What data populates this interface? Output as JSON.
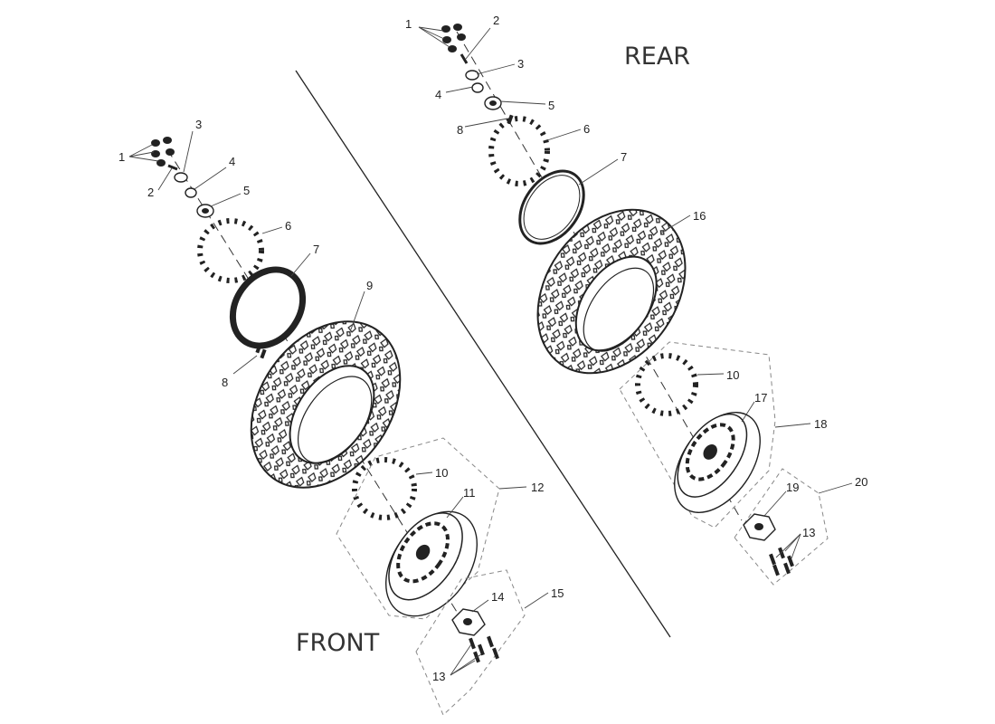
{
  "titles": {
    "front": "FRONT",
    "rear": "REAR"
  },
  "callouts": {
    "f1": "1",
    "f2": "2",
    "f3": "3",
    "f4": "4",
    "f5": "5",
    "f6": "6",
    "f7": "7",
    "f8": "8",
    "f9": "9",
    "f10": "10",
    "f11": "11",
    "f12": "12",
    "f13": "13",
    "f14": "14",
    "f15": "15",
    "r1": "1",
    "r2": "2",
    "r3": "3",
    "r4": "4",
    "r5": "5",
    "r6": "6",
    "r7": "7",
    "r8": "8",
    "r10": "10",
    "r13": "13",
    "r16": "16",
    "r17": "17",
    "r18": "18",
    "r19": "19",
    "r20": "20"
  }
}
